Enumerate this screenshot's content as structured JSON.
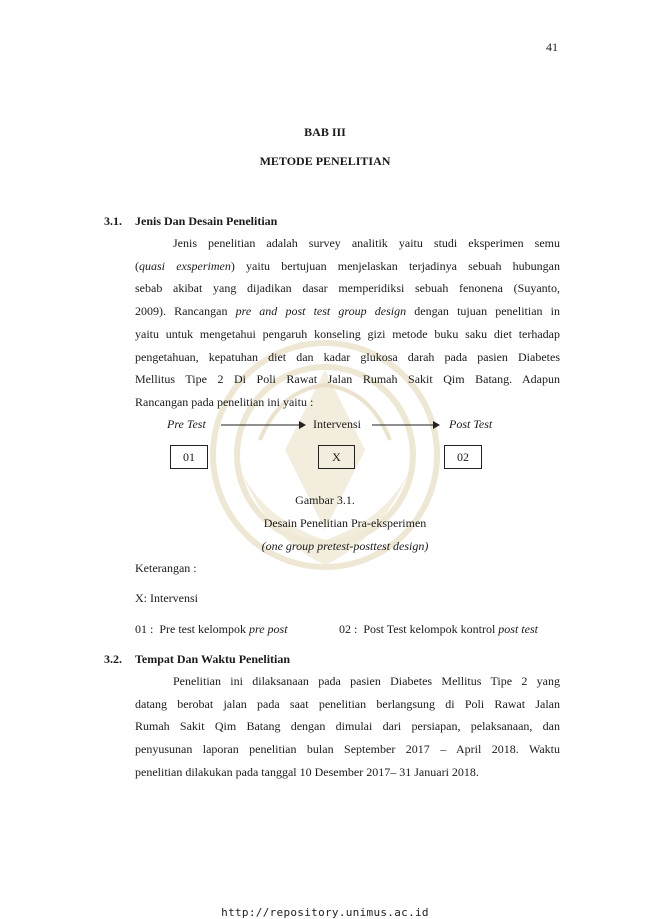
{
  "page_number": "41",
  "chapter": {
    "label": "BAB III",
    "title": "METODE PENELITIAN"
  },
  "section1": {
    "number": "3.1.",
    "title": "Jenis Dan Desain Penelitian",
    "lines": [
      [
        {
          "t": "Jenis penelitian adalah survey analitik yaitu studi eksperimen semu"
        }
      ],
      [
        {
          "t": "("
        },
        {
          "t": "quasi exsperimen",
          "i": true
        },
        {
          "t": ") yaitu bertujuan menjelaskan terjadinya sebuah hubungan"
        }
      ],
      [
        {
          "t": "sebab akibat yang dijadikan dasar memperidiksi sebuah fenonena (Suyanto,"
        }
      ],
      [
        {
          "t": "2009). Rancangan "
        },
        {
          "t": "pre and post test group design",
          "i": true
        },
        {
          "t": " dengan tujuan penelitian in"
        }
      ],
      [
        {
          "t": "yaitu untuk mengetahui pengaruh konseling gizi metode buku saku diet terhadap"
        }
      ],
      [
        {
          "t": "pengetahuan, kepatuhan diet dan kadar glukosa darah pada pasien Diabetes"
        }
      ],
      [
        {
          "t": "Mellitus Tipe 2 Di Poli Rawat Jalan Rumah Sakit Qim Batang. Adapun"
        }
      ],
      [
        {
          "t": "Rancangan pada penelitian ini yaitu :"
        }
      ]
    ]
  },
  "diagram": {
    "pre_label": "Pre Test",
    "mid_label": "Intervensi",
    "post_label": "Post Test",
    "box_pre": "01",
    "box_mid": "X",
    "box_post": "02"
  },
  "figure": {
    "number": "Gambar 3.1.",
    "title": "Desain Penelitian Pra-eksperimen",
    "subtitle": "(one group pretest-posttest design)"
  },
  "keterangan": {
    "heading": "Keterangan :",
    "x_def": "X: Intervensi",
    "def01_prefix": "01 :  Pre test kelompok ",
    "def01_italic": "pre post",
    "def02_prefix": "02 :  Post Test kelompok kontrol ",
    "def02_italic": "post test"
  },
  "section2": {
    "number": "3.2.",
    "title": "Tempat Dan Waktu Penelitian",
    "lines": [
      [
        {
          "t": "Penelitian ini dilaksanaan pada pasien Diabetes Mellitus Tipe 2 yang"
        }
      ],
      [
        {
          "t": "datang berobat jalan pada saat penelitian berlangsung di Poli Rawat Jalan"
        }
      ],
      [
        {
          "t": "Rumah Sakit Qim Batang dengan dimulai dari persiapan, pelaksanaan, dan"
        }
      ],
      [
        {
          "t": "penyusunan laporan penelitian bulan September 2017 – April 2018.  Waktu"
        }
      ],
      [
        {
          "t": "penelitian dilakukan pada tanggal 10 Desember 2017– 31 Januari 2018."
        }
      ]
    ]
  },
  "footer_url": "http://repository.unimus.ac.id",
  "colors": {
    "text": "#1a1a1a",
    "watermark": "#e8dcc0"
  }
}
